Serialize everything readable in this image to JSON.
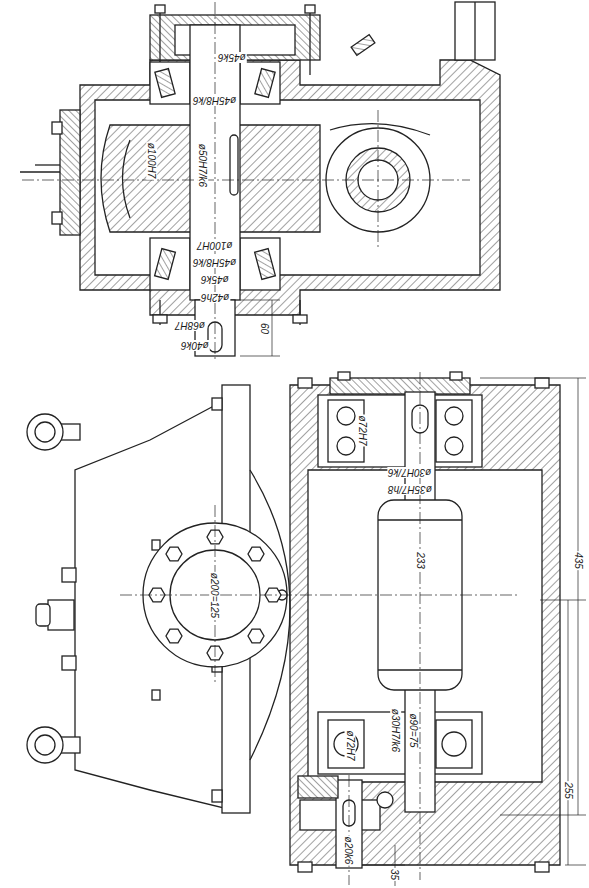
{
  "diagram": {
    "labels": [
      "ø45k6",
      "ø45H8/k6",
      "ø50H7/k6",
      "ø100H7",
      "ø100H7",
      "ø45H8/k6",
      "ø45k6",
      "ø42h6",
      "ø68H7",
      "ø40k6",
      "60",
      "ø72H7",
      "ø30H7/k6",
      "ø35H7/h8",
      "233",
      "ø200=125",
      "ø30H7/k6",
      "ø90=75",
      "ø72H7",
      "435",
      "255",
      "35",
      "ø20k6"
    ]
  }
}
